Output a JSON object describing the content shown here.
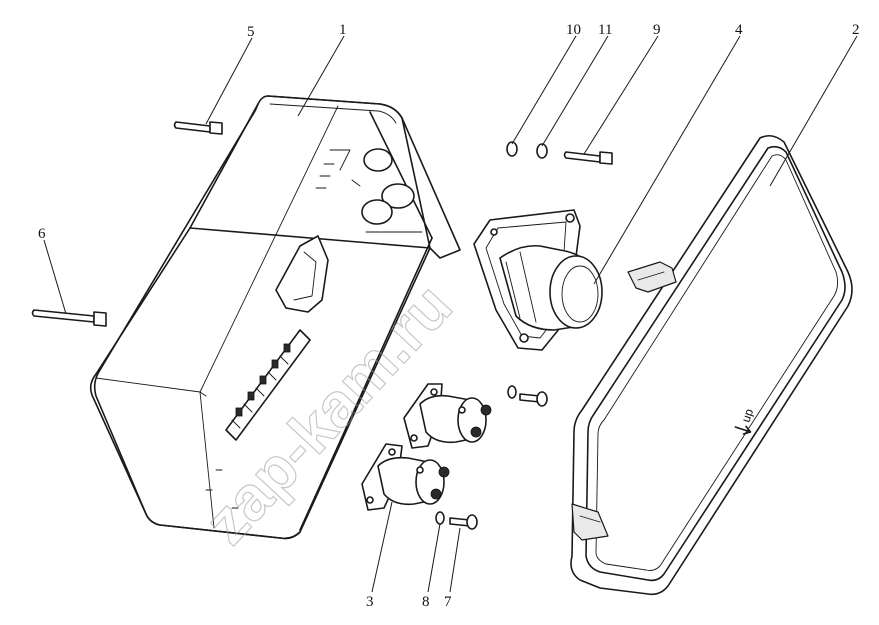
{
  "diagram": {
    "callouts": [
      {
        "id": "1",
        "label": "1"
      },
      {
        "id": "2",
        "label": "2"
      },
      {
        "id": "3",
        "label": "3"
      },
      {
        "id": "4",
        "label": "4"
      },
      {
        "id": "5",
        "label": "5"
      },
      {
        "id": "6",
        "label": "6"
      },
      {
        "id": "7",
        "label": "7"
      },
      {
        "id": "8",
        "label": "8"
      },
      {
        "id": "9",
        "label": "9"
      },
      {
        "id": "10",
        "label": "10"
      },
      {
        "id": "11",
        "label": "11"
      }
    ],
    "cover_marking": "up",
    "watermark": "zap-kam.ru"
  }
}
